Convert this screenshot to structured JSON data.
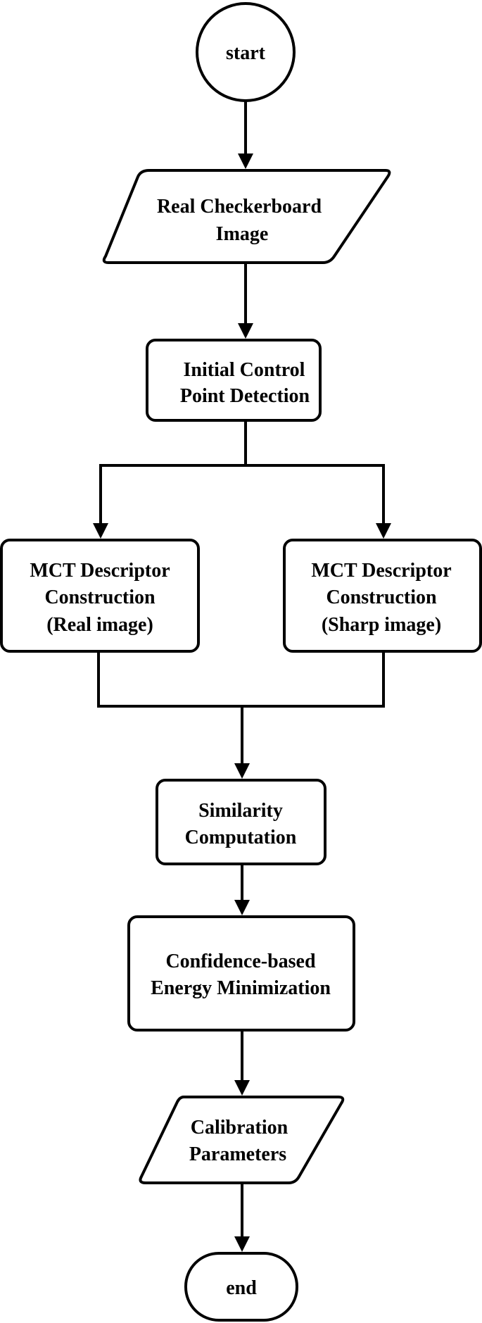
{
  "nodes": {
    "start": {
      "label": "start"
    },
    "input": {
      "line1": "Real Checkerboard",
      "line2": "Image"
    },
    "detect": {
      "line1": "Initial Control",
      "line2": "Point Detection"
    },
    "mct_real": {
      "line1": "MCT Descriptor",
      "line2": "Construction",
      "line3": "(Real image)"
    },
    "mct_sharp": {
      "line1": "MCT Descriptor",
      "line2": "Construction",
      "line3": "(Sharp image)"
    },
    "similarity": {
      "line1": "Similarity",
      "line2": "Computation"
    },
    "energy": {
      "line1": "Confidence-based",
      "line2": "Energy Minimization"
    },
    "output": {
      "line1": "Calibration",
      "line2": "Parameters"
    },
    "end": {
      "label": "end"
    }
  },
  "colors": {
    "stroke": "#000000",
    "fill": "#ffffff",
    "text": "#000000"
  }
}
